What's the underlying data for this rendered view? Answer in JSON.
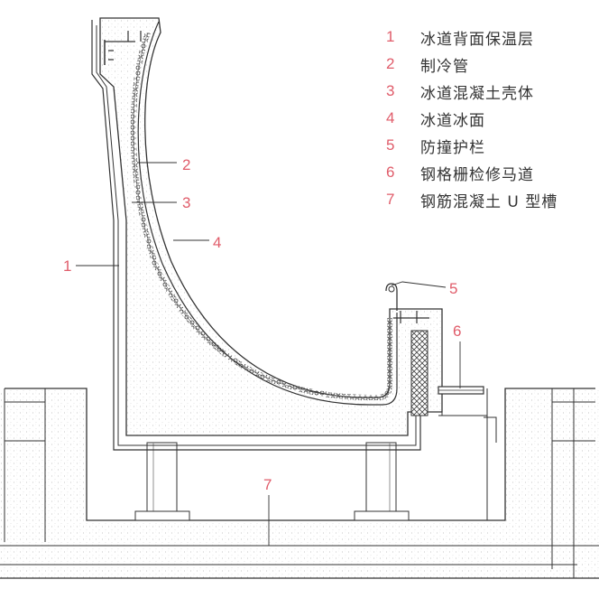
{
  "legend": [
    {
      "num": "1",
      "text": "冰道背面保温层"
    },
    {
      "num": "2",
      "text": "制冷管"
    },
    {
      "num": "3",
      "text": "冰道混凝土壳体"
    },
    {
      "num": "4",
      "text": "冰道冰面"
    },
    {
      "num": "5",
      "text": "防撞护栏"
    },
    {
      "num": "6",
      "text": "钢格栅检修马道"
    },
    {
      "num": "7",
      "text": "钢筋混凝土 U 型槽"
    }
  ],
  "callouts": {
    "c1": "1",
    "c2": "2",
    "c3": "3",
    "c4": "4",
    "c5": "5",
    "c6": "6",
    "c7": "7"
  },
  "colors": {
    "accent": "#e05c6a",
    "line": "#333333",
    "hatch": "#bdbdbd",
    "text": "#333333"
  }
}
